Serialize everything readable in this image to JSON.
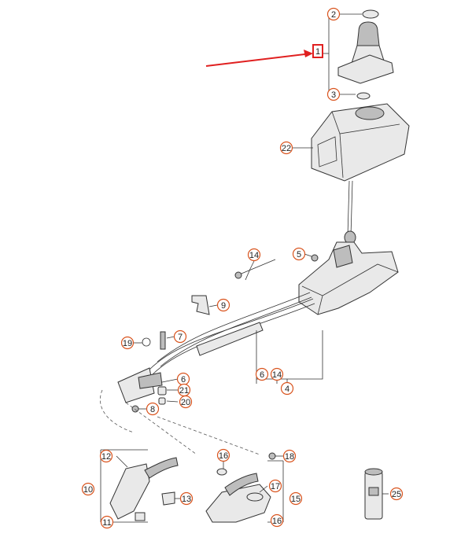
{
  "diagram": {
    "callouts": [
      {
        "id": "c2",
        "label": "2"
      },
      {
        "id": "c1-top",
        "label": "1"
      },
      {
        "id": "c3",
        "label": "3"
      },
      {
        "id": "c22",
        "label": "22"
      },
      {
        "id": "c14-top",
        "label": "14"
      },
      {
        "id": "c5",
        "label": "5"
      },
      {
        "id": "c9",
        "label": "9"
      },
      {
        "id": "c19",
        "label": "19"
      },
      {
        "id": "c7",
        "label": "7"
      },
      {
        "id": "c6-left",
        "label": "6"
      },
      {
        "id": "c21",
        "label": "21"
      },
      {
        "id": "c20",
        "label": "20"
      },
      {
        "id": "c8",
        "label": "8"
      },
      {
        "id": "c6-mid",
        "label": "6"
      },
      {
        "id": "c14-mid",
        "label": "14"
      },
      {
        "id": "c4",
        "label": "4"
      },
      {
        "id": "c12",
        "label": "12"
      },
      {
        "id": "c10",
        "label": "10"
      },
      {
        "id": "c13",
        "label": "13"
      },
      {
        "id": "c11",
        "label": "11"
      },
      {
        "id": "c16-top",
        "label": "16"
      },
      {
        "id": "c18",
        "label": "18"
      },
      {
        "id": "c17",
        "label": "17"
      },
      {
        "id": "c15",
        "label": "15"
      },
      {
        "id": "c16-bot",
        "label": "16"
      },
      {
        "id": "c25",
        "label": "25"
      }
    ],
    "highlight_color": "#e02020",
    "callout_border_color": "#d9541e"
  }
}
